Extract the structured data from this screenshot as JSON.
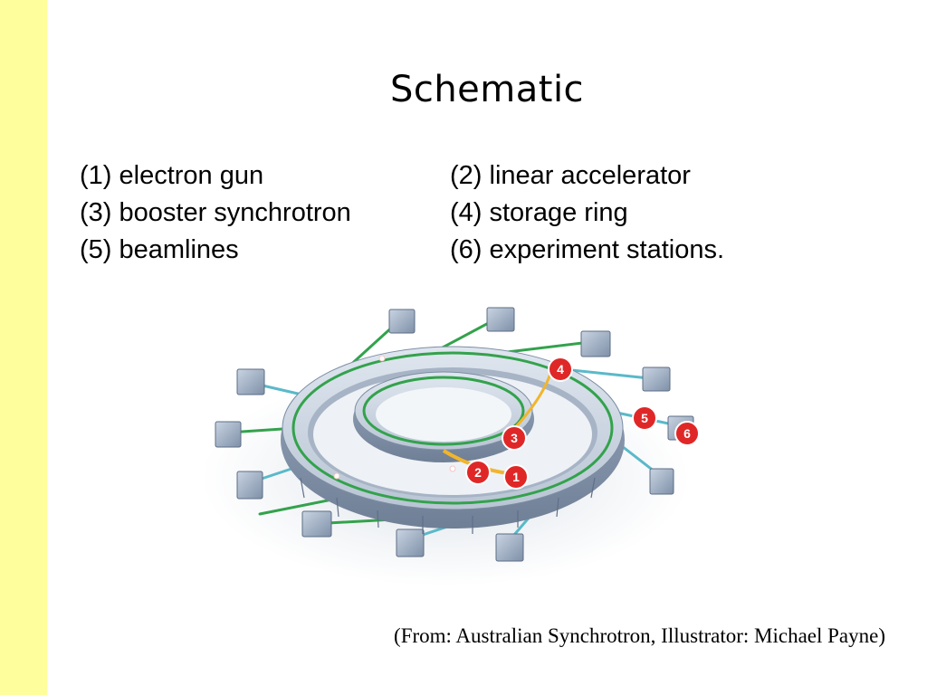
{
  "slide": {
    "title": "Schematic",
    "colors": {
      "side_band": "#fffe9c",
      "marker": "#e02727",
      "beam": "#33a24c",
      "ring": "#8e9fb5"
    }
  },
  "legend": [
    "(1) electron gun",
    "(2) linear accelerator",
    "(3) booster synchrotron",
    "(4) storage ring",
    "(5) beamlines",
    "(6) experiment stations."
  ],
  "markers": [
    "1",
    "2",
    "3",
    "4",
    "5",
    "6"
  ],
  "credit": "(From: Australian Synchrotron, Illustrator: Michael Payne)"
}
